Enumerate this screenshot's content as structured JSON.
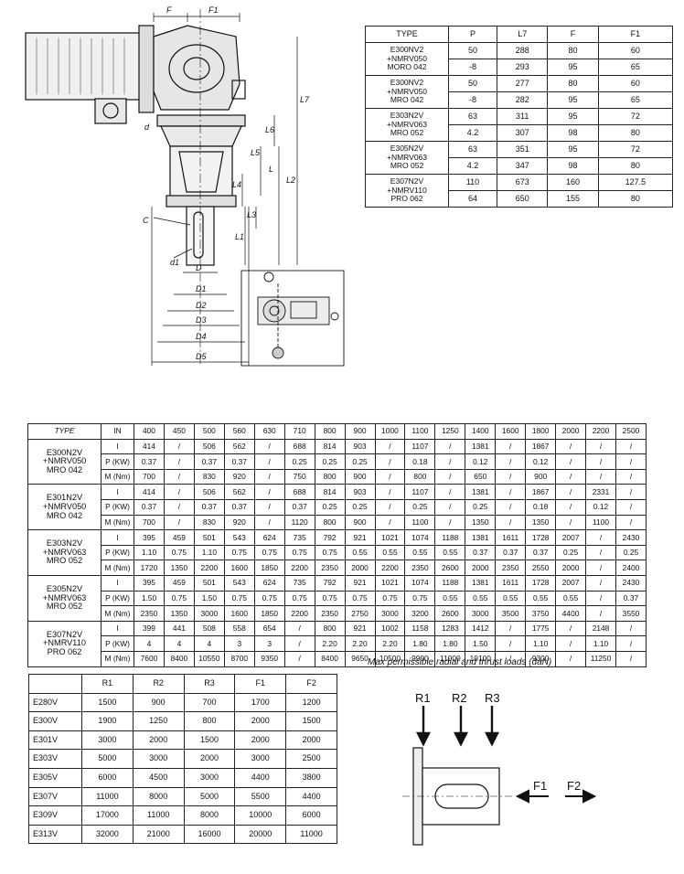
{
  "drawing_labels": {
    "F": "F",
    "F1": "F1",
    "L7": "L7",
    "L6": "L6",
    "L5": "L5",
    "L": "L",
    "L2": "L2",
    "L4": "L4",
    "L3": "L3",
    "L1": "L1",
    "d": "d",
    "C": "C",
    "d1": "d1",
    "D": "D",
    "D1": "D1",
    "D2": "D2",
    "D3": "D3",
    "D4": "D4",
    "D5": "D5"
  },
  "dimensions_table": {
    "headers": [
      "TYPE",
      "P",
      "L7",
      "F",
      "F1"
    ],
    "groups": [
      {
        "type": [
          "E300NV2",
          "+NMRV050",
          "MORO 042"
        ],
        "rows": [
          [
            "50",
            "288",
            "80",
            "60"
          ],
          [
            "-8",
            "293",
            "95",
            "65"
          ]
        ]
      },
      {
        "type": [
          "E300NV2",
          "+NMRV050",
          "MRO 042"
        ],
        "rows": [
          [
            "50",
            "277",
            "80",
            "60"
          ],
          [
            "-8",
            "282",
            "95",
            "65"
          ]
        ]
      },
      {
        "type": [
          "E303N2V",
          "+NMRV063",
          "MRO 052"
        ],
        "rows": [
          [
            "63",
            "311",
            "95",
            "72"
          ],
          [
            "4.2",
            "307",
            "98",
            "80"
          ]
        ]
      },
      {
        "type": [
          "E305N2V",
          "+NMRV063",
          "MRO 052"
        ],
        "rows": [
          [
            "63",
            "351",
            "95",
            "72"
          ],
          [
            "4.2",
            "347",
            "98",
            "80"
          ]
        ]
      },
      {
        "type": [
          "E307N2V",
          "+NMRV110",
          "PRO 062"
        ],
        "rows": [
          [
            "110",
            "673",
            "160",
            "127.5"
          ],
          [
            "64",
            "650",
            "155",
            "80"
          ]
        ]
      }
    ]
  },
  "ratio_table": {
    "type_header": "TYPE",
    "in_header": "IN",
    "columns": [
      "400",
      "450",
      "500",
      "560",
      "630",
      "710",
      "800",
      "900",
      "1000",
      "1100",
      "1250",
      "1400",
      "1600",
      "1800",
      "2000",
      "2200",
      "2500"
    ],
    "groups": [
      {
        "type": [
          "E300N2V",
          "+NMRV050",
          "MRO 042"
        ],
        "rows": [
          {
            "label": "I",
            "values": [
              "414",
              "/",
              "506",
              "562",
              "/",
              "688",
              "814",
              "903",
              "/",
              "1107",
              "/",
              "1381",
              "/",
              "1867",
              "/",
              "/",
              "/"
            ]
          },
          {
            "label": "P (KW)",
            "values": [
              "0.37",
              "/",
              "0.37",
              "0.37",
              "/",
              "0.25",
              "0.25",
              "0.25",
              "/",
              "0.18",
              "/",
              "0.12",
              "/",
              "0.12",
              "/",
              "/",
              "/"
            ]
          },
          {
            "label": "M (Nm)",
            "values": [
              "700",
              "/",
              "830",
              "920",
              "/",
              "750",
              "800",
              "900",
              "/",
              "800",
              "/",
              "650",
              "/",
              "900",
              "/",
              "/",
              "/"
            ]
          }
        ]
      },
      {
        "type": [
          "E301N2V",
          "+NMRV050",
          "MRO 042"
        ],
        "rows": [
          {
            "label": "I",
            "values": [
              "414",
              "/",
              "506",
              "562",
              "/",
              "688",
              "814",
              "903",
              "/",
              "1107",
              "/",
              "1381",
              "/",
              "1867",
              "/",
              "2331",
              "/"
            ]
          },
          {
            "label": "P (KW)",
            "values": [
              "0.37",
              "/",
              "0.37",
              "0.37",
              "/",
              "0.37",
              "0.25",
              "0.25",
              "/",
              "0.25",
              "/",
              "0.25",
              "/",
              "0.18",
              "/",
              "0.12",
              "/"
            ]
          },
          {
            "label": "M (Nm)",
            "values": [
              "700",
              "/",
              "830",
              "920",
              "/",
              "1120",
              "800",
              "900",
              "/",
              "1100",
              "/",
              "1350",
              "/",
              "1350",
              "/",
              "1100",
              "/"
            ]
          }
        ]
      },
      {
        "type": [
          "E303N2V",
          "+NMRV063",
          "MRO 052"
        ],
        "rows": [
          {
            "label": "I",
            "values": [
              "395",
              "459",
              "501",
              "543",
              "624",
              "735",
              "792",
              "921",
              "1021",
              "1074",
              "1188",
              "1381",
              "1611",
              "1728",
              "2007",
              "/",
              "2430"
            ]
          },
          {
            "label": "P (KW)",
            "values": [
              "1.10",
              "0.75",
              "1.10",
              "0.75",
              "0.75",
              "0.75",
              "0.75",
              "0.55",
              "0.55",
              "0.55",
              "0.55",
              "0.37",
              "0.37",
              "0.37",
              "0.25",
              "/",
              "0.25"
            ]
          },
          {
            "label": "M (Nm)",
            "values": [
              "1720",
              "1350",
              "2200",
              "1600",
              "1850",
              "2200",
              "2350",
              "2000",
              "2200",
              "2350",
              "2600",
              "2000",
              "2350",
              "2550",
              "2000",
              "/",
              "2400"
            ]
          }
        ]
      },
      {
        "type": [
          "E305N2V",
          "+NMRV063",
          "MRO 052"
        ],
        "rows": [
          {
            "label": "I",
            "values": [
              "395",
              "459",
              "501",
              "543",
              "624",
              "735",
              "792",
              "921",
              "1021",
              "1074",
              "1188",
              "1381",
              "1611",
              "1728",
              "2007",
              "/",
              "2430"
            ]
          },
          {
            "label": "P (KW)",
            "values": [
              "1.50",
              "0.75",
              "1.50",
              "0.75",
              "0.75",
              "0.75",
              "0.75",
              "0.75",
              "0.75",
              "0.75",
              "0.55",
              "0.55",
              "0.55",
              "0.55",
              "0.55",
              "/",
              "0.37"
            ]
          },
          {
            "label": "M (Nm)",
            "values": [
              "2350",
              "1350",
              "3000",
              "1600",
              "1850",
              "2200",
              "2350",
              "2750",
              "3000",
              "3200",
              "2600",
              "3000",
              "3500",
              "3750",
              "4400",
              "/",
              "3550"
            ]
          }
        ]
      },
      {
        "type": [
          "E307N2V",
          "+NMRV110",
          "PRO 062"
        ],
        "rows": [
          {
            "label": "I",
            "values": [
              "399",
              "441",
              "508",
              "558",
              "654",
              "/",
              "800",
              "921",
              "1002",
              "1158",
              "1283",
              "1412",
              "/",
              "1775",
              "/",
              "2148",
              "/"
            ]
          },
          {
            "label": "P (KW)",
            "values": [
              "4",
              "4",
              "4",
              "3",
              "3",
              "/",
              "2.20",
              "2.20",
              "2.20",
              "1.80",
              "1.80",
              "1.50",
              "/",
              "1.10",
              "/",
              "1.10",
              "/"
            ]
          },
          {
            "label": "M (Nm)",
            "values": [
              "7600",
              "8400",
              "10550",
              "8700",
              "9350",
              "/",
              "8400",
              "9650",
              "10500",
              "9900",
              "11000",
              "10100",
              "/",
              "9300",
              "/",
              "11250",
              "/"
            ]
          }
        ]
      }
    ]
  },
  "loads_table": {
    "headers": [
      "R1",
      "R2",
      "R3",
      "F1",
      "F2"
    ],
    "rows": [
      {
        "type": "E280V",
        "values": [
          "1500",
          "900",
          "700",
          "1700",
          "1200"
        ]
      },
      {
        "type": "E300V",
        "values": [
          "1900",
          "1250",
          "800",
          "2000",
          "1500"
        ]
      },
      {
        "type": "E301V",
        "values": [
          "3000",
          "2000",
          "1500",
          "2000",
          "2000"
        ]
      },
      {
        "type": "E303V",
        "values": [
          "5000",
          "3000",
          "2000",
          "3000",
          "2500"
        ]
      },
      {
        "type": "E305V",
        "values": [
          "6000",
          "4500",
          "3000",
          "4400",
          "3800"
        ]
      },
      {
        "type": "E307V",
        "values": [
          "11000",
          "8000",
          "5000",
          "5500",
          "4400"
        ]
      },
      {
        "type": "E309V",
        "values": [
          "17000",
          "11000",
          "8000",
          "10000",
          "6000"
        ]
      },
      {
        "type": "E313V",
        "values": [
          "32000",
          "21000",
          "16000",
          "20000",
          "11000"
        ]
      }
    ]
  },
  "loads_caption": "Max permissible radial and thrust loads (daN)",
  "load_labels": {
    "R1": "R1",
    "R2": "R2",
    "R3": "R3",
    "F1": "F1",
    "F2": "F2"
  },
  "colors": {
    "line": "#111111",
    "gray": "#555555",
    "light": "#cccccc"
  }
}
